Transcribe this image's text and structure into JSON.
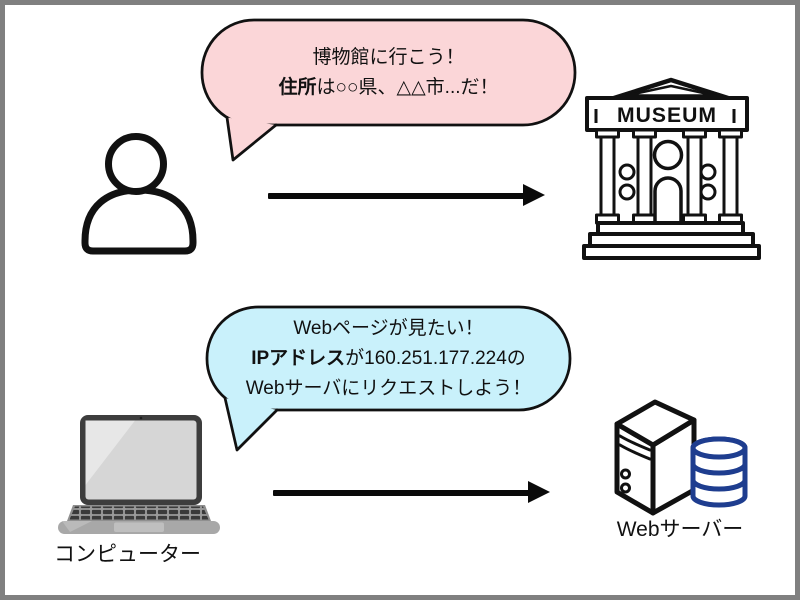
{
  "colors": {
    "page_border": "#808080",
    "bubble_pink": "#fbd6d8",
    "bubble_blue": "#c9f1fb",
    "outline_black": "#111111",
    "db_blue": "#1e3d8f"
  },
  "icons": {
    "top_left": "person-icon",
    "top_right": "museum-icon",
    "bottom_left": "laptop-icon",
    "bottom_right": "server-with-database-icon"
  },
  "analogy_top": {
    "bubble": {
      "line1": "博物館に行こう！",
      "line2_bold": "住所",
      "line2_rest": "は○○県、△△市...だ！"
    },
    "museum_banner": "MUSEUM"
  },
  "analogy_bottom": {
    "bubble": {
      "line1": "Webページが見たい！",
      "line2_bold": "IPアドレス",
      "line2_rest": "が160.251.177.224の",
      "line3": "Webサーバにリクエストしよう！"
    },
    "computer_label": "コンピューター",
    "server_label": "Webサーバー"
  }
}
